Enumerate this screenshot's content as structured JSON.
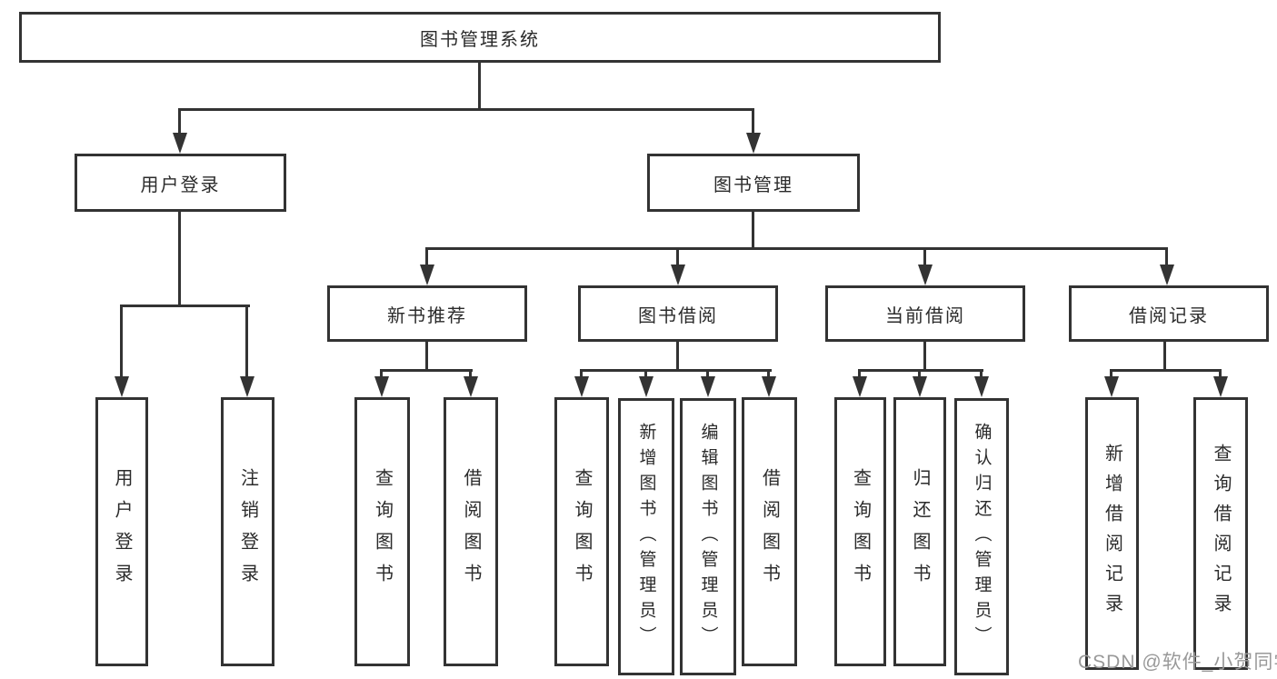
{
  "diagram": {
    "root": "图书管理系统",
    "level2": [
      "用户登录",
      "图书管理"
    ],
    "level3": [
      "新书推荐",
      "图书借阅",
      "当前借阅",
      "借阅记录"
    ],
    "leaves": {
      "login": [
        "用户登录",
        "注销登录"
      ],
      "recommend": [
        "查询图书",
        "借阅图书"
      ],
      "borrow": [
        "查询图书",
        "新增图书（管理员）",
        "编辑图书（管理员）",
        "借阅图书"
      ],
      "current": [
        "查询图书",
        "归还图书",
        "确认归还（管理员）"
      ],
      "records": [
        "新增借阅记录",
        "查询借阅记录"
      ]
    }
  },
  "watermark": "CSDN @软件_小贺同学",
  "colors": {
    "line": "#333333",
    "text": "#2b2b2b",
    "watermark": "#999999",
    "background": "#ffffff"
  }
}
